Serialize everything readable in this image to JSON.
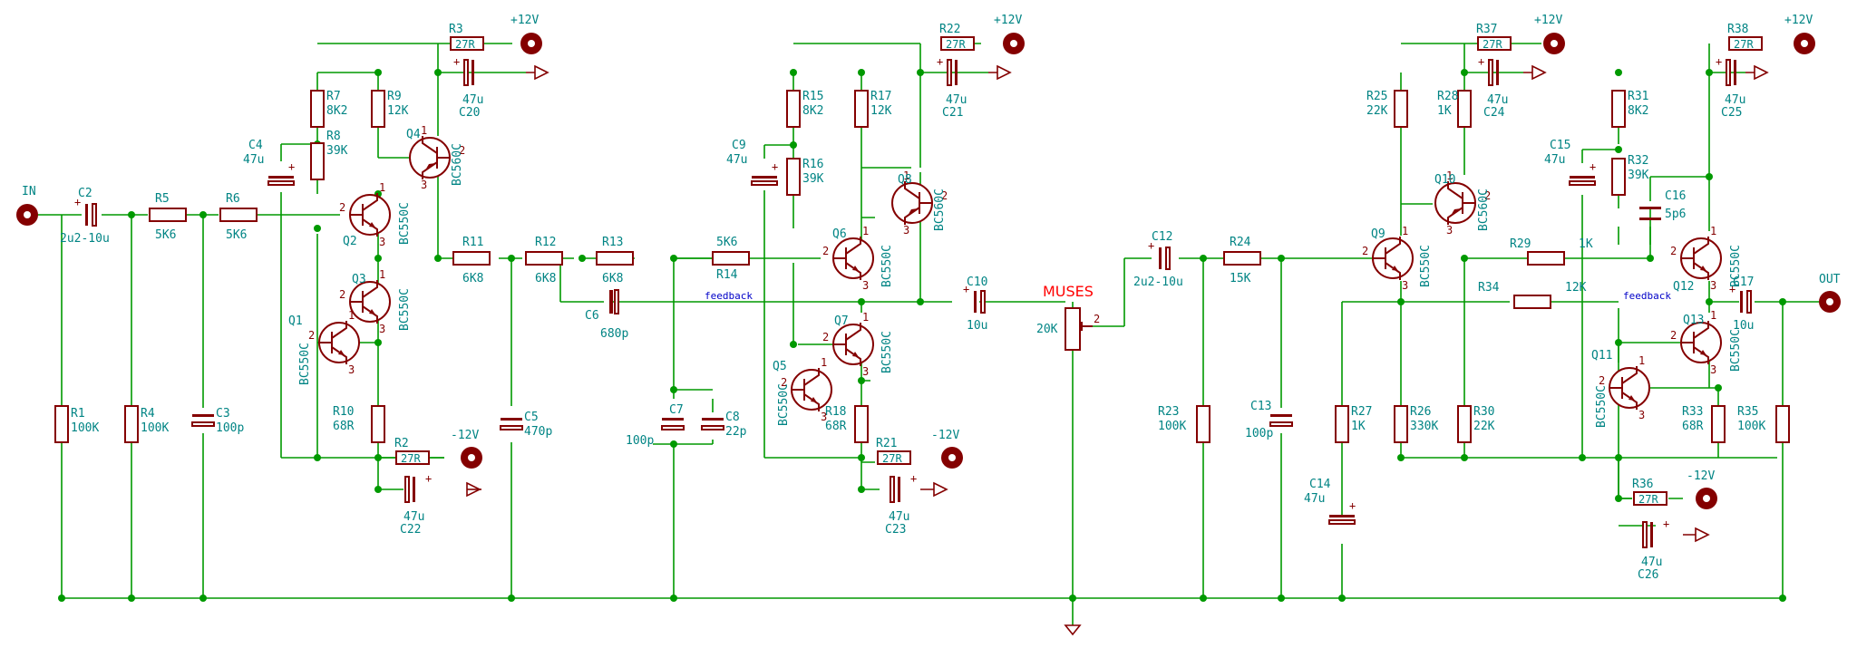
{
  "title": "MUSES",
  "net_labels": {
    "feedback_left": "feedback",
    "feedback_right": "feedback"
  },
  "connectors": {
    "in": "IN",
    "out": "OUT",
    "vpos": "+12V",
    "vneg": "-12V"
  },
  "resistors": {
    "R1": {
      "ref": "R1",
      "value": "100K"
    },
    "R2": {
      "ref": "R2",
      "value": "27R"
    },
    "R3": {
      "ref": "R3",
      "value": "27R"
    },
    "R4": {
      "ref": "R4",
      "value": "100K"
    },
    "R5": {
      "ref": "R5",
      "value": "5K6"
    },
    "R6": {
      "ref": "R6",
      "value": "5K6"
    },
    "R7": {
      "ref": "R7",
      "value": "8K2"
    },
    "R8": {
      "ref": "R8",
      "value": "39K"
    },
    "R9": {
      "ref": "R9",
      "value": "12K"
    },
    "R10": {
      "ref": "R10",
      "value": "68R"
    },
    "R11": {
      "ref": "R11",
      "value": "6K8"
    },
    "R12": {
      "ref": "R12",
      "value": "6K8"
    },
    "R13": {
      "ref": "R13",
      "value": "6K8"
    },
    "R14": {
      "ref": "R14",
      "value": "5K6"
    },
    "R15": {
      "ref": "R15",
      "value": "8K2"
    },
    "R16": {
      "ref": "R16",
      "value": "39K"
    },
    "R17": {
      "ref": "R17",
      "value": "12K"
    },
    "R18": {
      "ref": "R18",
      "value": "68R"
    },
    "R21": {
      "ref": "R21",
      "value": "27R"
    },
    "R22": {
      "ref": "R22",
      "value": "27R"
    },
    "R23": {
      "ref": "R23",
      "value": "100K"
    },
    "R24": {
      "ref": "R24",
      "value": "15K"
    },
    "R25": {
      "ref": "R25",
      "value": "22K"
    },
    "R26": {
      "ref": "R26",
      "value": "330K"
    },
    "R27": {
      "ref": "R27",
      "value": "1K"
    },
    "R28": {
      "ref": "R28",
      "value": "1K"
    },
    "R29": {
      "ref": "R29",
      "value": "1K"
    },
    "R30": {
      "ref": "R30",
      "value": "22K"
    },
    "R31": {
      "ref": "R31",
      "value": "8K2"
    },
    "R32": {
      "ref": "R32",
      "value": "39K"
    },
    "R33": {
      "ref": "R33",
      "value": "68R"
    },
    "R34": {
      "ref": "R34",
      "value": "12K"
    },
    "R35": {
      "ref": "R35",
      "value": "100K"
    },
    "R36": {
      "ref": "R36",
      "value": "27R"
    },
    "R37": {
      "ref": "R37",
      "value": "27R"
    },
    "R38": {
      "ref": "R38",
      "value": "27R"
    }
  },
  "capacitors": {
    "C2": {
      "ref": "C2",
      "value": "2u2-10u"
    },
    "C3": {
      "ref": "C3",
      "value": "100p"
    },
    "C4": {
      "ref": "C4",
      "value": "47u"
    },
    "C5": {
      "ref": "C5",
      "value": "470p"
    },
    "C6": {
      "ref": "C6",
      "value": "680p"
    },
    "C7": {
      "ref": "C7",
      "value": "100p"
    },
    "C8": {
      "ref": "C8",
      "value": "22p"
    },
    "C9": {
      "ref": "C9",
      "value": "47u"
    },
    "C10": {
      "ref": "C10",
      "value": "10u"
    },
    "C12": {
      "ref": "C12",
      "value": "2u2-10u"
    },
    "C13": {
      "ref": "C13",
      "value": "100p"
    },
    "C14": {
      "ref": "C14",
      "value": "47u"
    },
    "C15": {
      "ref": "C15",
      "value": "47u"
    },
    "C16": {
      "ref": "C16",
      "value": "5p6"
    },
    "C17": {
      "ref": "C17",
      "value": "10u"
    },
    "C20": {
      "ref": "C20",
      "value": "47u"
    },
    "C21": {
      "ref": "C21",
      "value": "47u"
    },
    "C22": {
      "ref": "C22",
      "value": "47u"
    },
    "C23": {
      "ref": "C23",
      "value": "47u"
    },
    "C24": {
      "ref": "C24",
      "value": "47u"
    },
    "C25": {
      "ref": "C25",
      "value": "47u"
    },
    "C26": {
      "ref": "C26",
      "value": "47u"
    }
  },
  "transistors": {
    "Q1": {
      "ref": "Q1",
      "value": "BC550C"
    },
    "Q2": {
      "ref": "Q2",
      "value": "BC550C"
    },
    "Q3": {
      "ref": "Q3",
      "value": "BC550C"
    },
    "Q4": {
      "ref": "Q4",
      "value": "BC560C"
    },
    "Q5": {
      "ref": "Q5",
      "value": "BC550C"
    },
    "Q6": {
      "ref": "Q6",
      "value": "BC550C"
    },
    "Q7": {
      "ref": "Q7",
      "value": "BC550C"
    },
    "Q8": {
      "ref": "Q8",
      "value": "BC560C"
    },
    "Q9": {
      "ref": "Q9",
      "value": "BC550C"
    },
    "Q10": {
      "ref": "Q10",
      "value": "BC560C"
    },
    "Q11": {
      "ref": "Q11",
      "value": "BC550C"
    },
    "Q12": {
      "ref": "Q12",
      "value": "BC550C"
    },
    "Q13": {
      "ref": "Q13",
      "value": "BC550C"
    }
  },
  "pot": {
    "value": "20K"
  }
}
